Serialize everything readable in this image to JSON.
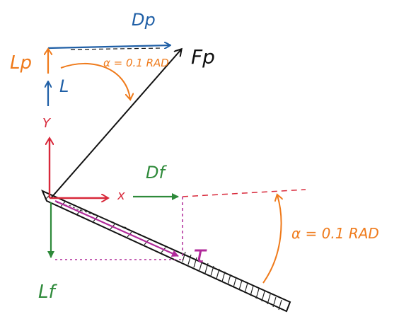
{
  "labels": {
    "dp": "Dp",
    "fp": "Fp",
    "lp": "Lp",
    "l": "L",
    "alpha_top": "α = 0.1 RAD",
    "y": "Y",
    "x": "x",
    "df": "Df",
    "tau": "τ",
    "lf": "Lf",
    "alpha_right": "α = 0.1 RAD"
  },
  "colors": {
    "blue": "#1f5fa6",
    "orange": "#ef7a1a",
    "red": "#d8283a",
    "green": "#2e8a3a",
    "magenta": "#b02a9a",
    "black": "#111111"
  }
}
